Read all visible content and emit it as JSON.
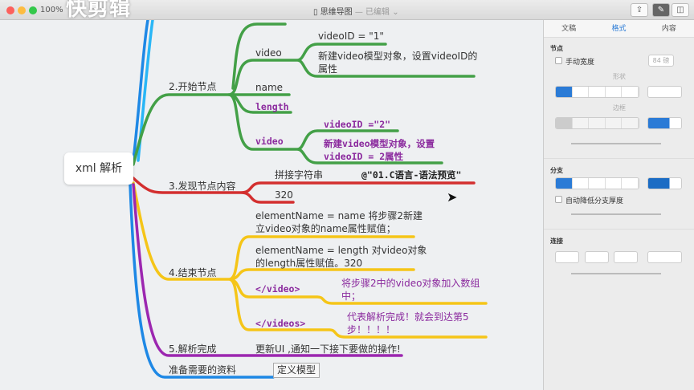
{
  "window": {
    "zoom": "100%",
    "watermark": "快剪辑",
    "title": "思维导图",
    "title_status": "— 已编辑"
  },
  "toolbar": {
    "share_icon": "share-icon",
    "format_icon": "brush-icon",
    "sidebar_icon": "sidebar-icon"
  },
  "mindmap": {
    "root": "xml 解析",
    "b2": {
      "label": "2.开始节点",
      "video1": "video",
      "video1_id": "videoID = \"1\"",
      "video1_desc1": "新建video模型对象，设置videoID的",
      "video1_desc2": "属性",
      "name": "name",
      "length": "length",
      "video2": "video",
      "video2_id": "videoID =\"2\"",
      "video2_desc1": "新建video模型对象，设置",
      "video2_desc2": "videoID = 2属性"
    },
    "b3": {
      "label": "3.发现节点内容",
      "concat": "拼接字符串",
      "concat_val": "@\"01.C语言-语法预览\"",
      "num": "320"
    },
    "b4": {
      "label": "4.结束节点",
      "n1a": "elementName = name  将步骤2新建",
      "n1b": "立video对象的name属性赋值；",
      "n2a": "elementName = length 对video对象",
      "n2b": "的length属性赋值。320",
      "end_video": "</video>",
      "end_video_a": "将步骤2中的video对象加入数组",
      "end_video_b": "中；",
      "end_videos": "</videos>",
      "end_videos_a": "代表解析完成！就会到达第5",
      "end_videos_b": "步！！！！"
    },
    "b5": {
      "label": "5.解析完成",
      "desc": "更新UI ,通知一下接下要做的操作!"
    },
    "b1": {
      "label": "准备需要的资料",
      "model": "定义模型"
    },
    "colors": {
      "green": "#43a047",
      "red": "#d32f2f",
      "yellow": "#f5c518",
      "purple": "#9c27b0",
      "blue": "#1e88e5",
      "cyan": "#29b6f6"
    }
  },
  "sidebar": {
    "tabs": [
      "文稿",
      "格式",
      "内容"
    ],
    "active_tab": "格式",
    "node": {
      "title": "节点",
      "manual_width": "手动宽度",
      "width_value": "84 磅",
      "shape": "形状",
      "border": "边框"
    },
    "branch": {
      "title": "分支",
      "auto_thin": "自动降低分支厚度"
    },
    "connection": {
      "title": "连接"
    }
  }
}
